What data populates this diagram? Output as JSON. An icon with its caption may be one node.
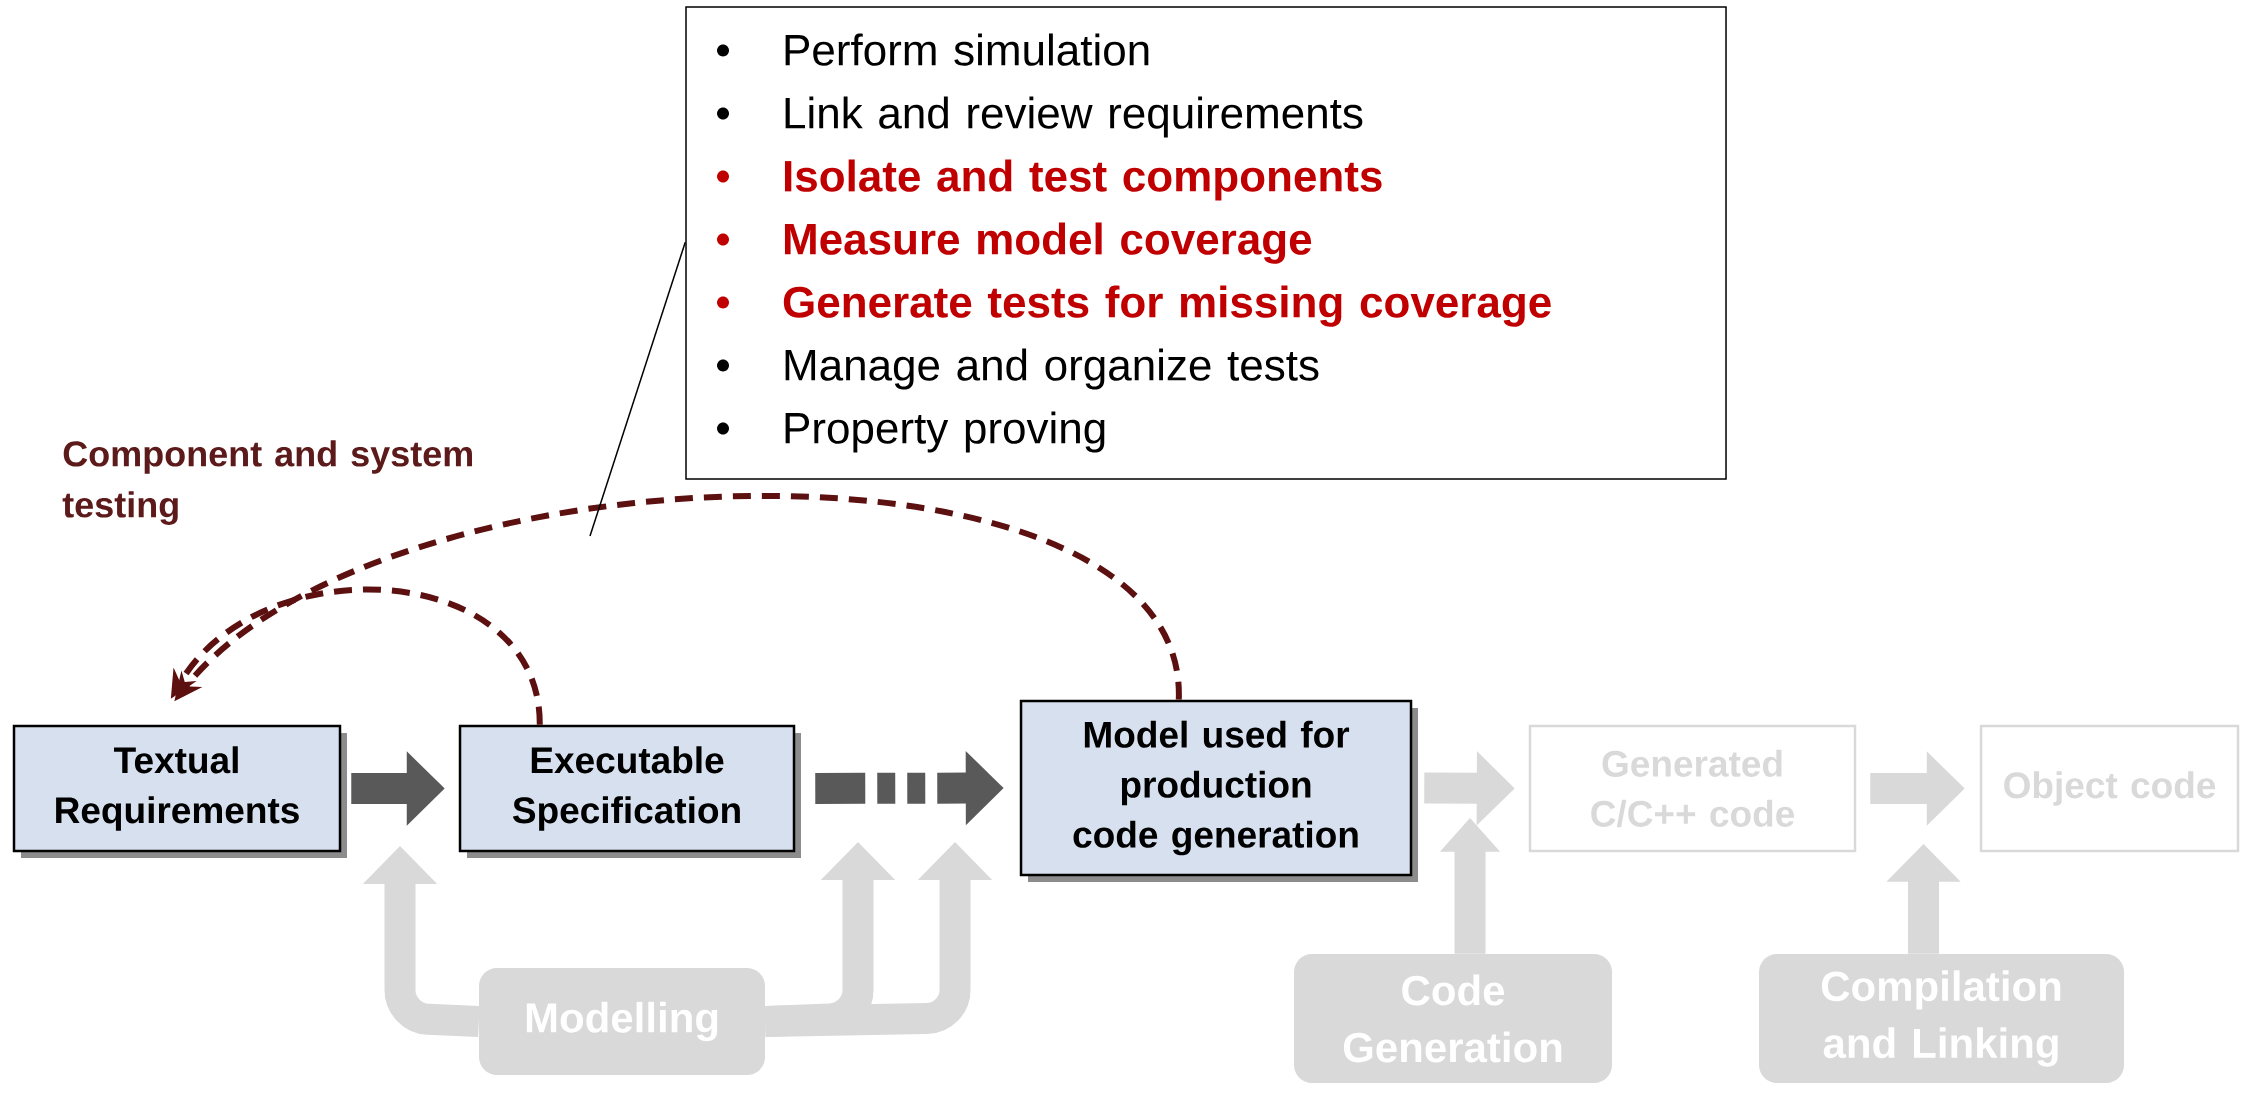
{
  "diagram": {
    "nodes": [
      {
        "text": [
          "Perform simulation",
          "Link and review requirements",
          "Isolate and test components",
          "Measure model coverage",
          "Generate tests for missing coverage",
          "Manage and organize tests",
          "Property proving"
        ]
      },
      {
        "text": [
          "Textual Requirements"
        ]
      },
      {
        "text": [
          "Executable Specification"
        ]
      },
      {
        "text": [
          "Model used for production code generation"
        ]
      },
      {
        "text": [
          "Generated C/C++ code"
        ]
      },
      {
        "text": [
          "Object code"
        ]
      },
      {
        "text": [
          "Modelling"
        ]
      },
      {
        "text": [
          "Code Generation"
        ]
      },
      {
        "text": [
          "Compilation and Linking"
        ]
      }
    ],
    "edges": [
      {
        "from": 1,
        "to": 2,
        "arrow": "to",
        "color": "#595959"
      },
      {
        "from": 2,
        "to": 3,
        "arrow": "to",
        "style": "dashed",
        "color": "#595959"
      },
      {
        "from": 3,
        "to": 4,
        "arrow": "to",
        "color": "#d9d9d9"
      },
      {
        "from": 4,
        "to": 5,
        "arrow": "to",
        "color": "#d9d9d9"
      },
      {
        "from": 2,
        "to": 1,
        "arrow": "to",
        "style": "dashed",
        "color": "#5c1010"
      },
      {
        "from": 3,
        "to": 1,
        "arrow": "to",
        "style": "dashed",
        "color": "#5c1010"
      },
      {
        "from": 6,
        "to": null,
        "arrow": "to",
        "color": "#d9d9d9"
      },
      {
        "from": 6,
        "to": null,
        "arrow": "to",
        "color": "#d9d9d9"
      },
      {
        "from": 6,
        "to": null,
        "arrow": "to",
        "color": "#d9d9d9"
      },
      {
        "from": 7,
        "to": null,
        "arrow": "to",
        "color": "#d9d9d9"
      },
      {
        "from": 8,
        "to": null,
        "arrow": "to",
        "color": "#d9d9d9"
      },
      {
        "from": 0,
        "to": null,
        "arrow": "none",
        "color": "#000000"
      }
    ],
    "labels": [
      "Component and system testing"
    ]
  }
}
